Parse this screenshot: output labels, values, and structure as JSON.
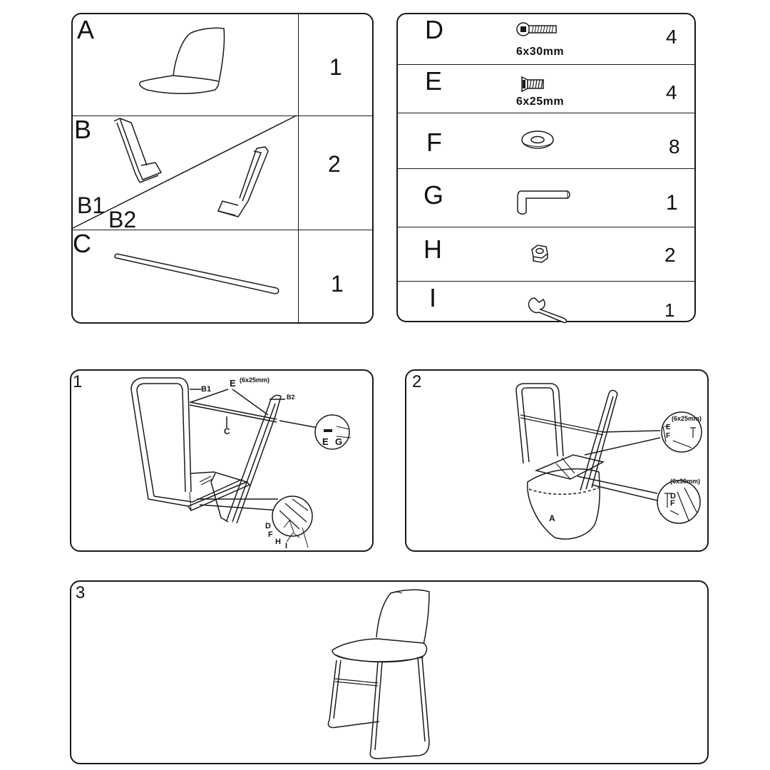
{
  "parts_left": [
    {
      "letter": "A",
      "qty": "1"
    },
    {
      "letter": "B",
      "qty": "2"
    },
    {
      "letter": "C",
      "qty": "1"
    }
  ],
  "frame_labels": {
    "b1": "B1",
    "b2": "B2"
  },
  "hardware": [
    {
      "letter": "D",
      "size": "6x30mm",
      "qty": "4",
      "icon": "long-bolt-icon"
    },
    {
      "letter": "E",
      "size": "6x25mm",
      "qty": "4",
      "icon": "short-bolt-icon"
    },
    {
      "letter": "F",
      "size": "",
      "qty": "8",
      "icon": "washer-icon"
    },
    {
      "letter": "G",
      "size": "",
      "qty": "1",
      "icon": "allen-key-icon"
    },
    {
      "letter": "H",
      "size": "",
      "qty": "2",
      "icon": "hex-nut-icon"
    },
    {
      "letter": "I",
      "size": "",
      "qty": "1",
      "icon": "wrench-icon"
    }
  ],
  "steps": [
    {
      "number": "1",
      "callouts": {
        "b1": "B1",
        "b2": "B2",
        "e": "E",
        "e_size": "(6x25mm)",
        "c": "C",
        "d": "D",
        "f": "F",
        "h": "H",
        "i": "I",
        "g": "G",
        "e2": "E"
      }
    },
    {
      "number": "2",
      "callouts": {
        "e_size": "(6x25mm)",
        "e": "E",
        "f": "F",
        "d_size": "(6x30mm)",
        "d": "D",
        "f2": "F",
        "a": "A"
      }
    },
    {
      "number": "3"
    }
  ]
}
